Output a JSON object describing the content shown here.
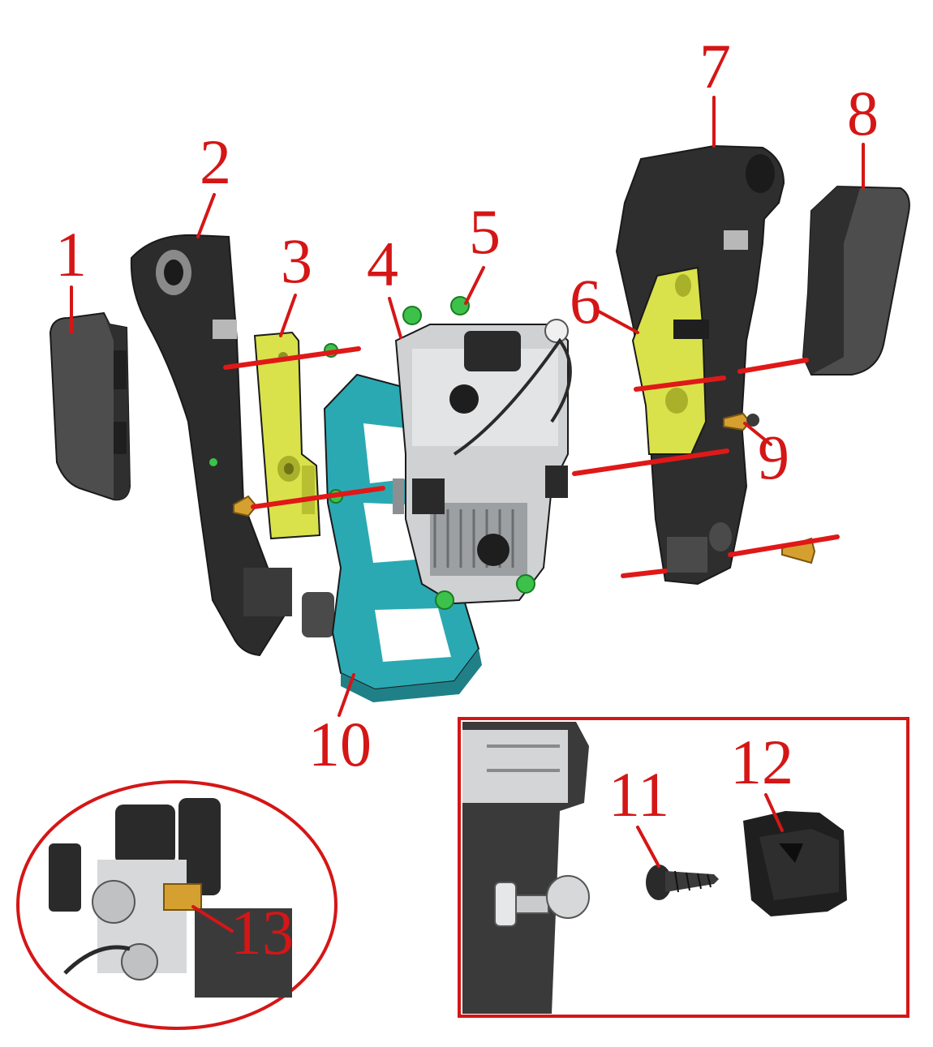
{
  "colors": {
    "callout": "#d51616",
    "housing": "#2c2c2c",
    "cover": "#4a4a4a",
    "bracket_yellow": "#d9e24a",
    "frame_cyan": "#2aa9b3",
    "module_silver": "#cfd1d3",
    "fastener_green": "#3cc24a",
    "clip_brass": "#d6a030"
  },
  "callouts": [
    {
      "id": "1",
      "label": "1"
    },
    {
      "id": "2",
      "label": "2"
    },
    {
      "id": "3",
      "label": "3"
    },
    {
      "id": "4",
      "label": "4"
    },
    {
      "id": "5",
      "label": "5"
    },
    {
      "id": "6",
      "label": "6"
    },
    {
      "id": "7",
      "label": "7"
    },
    {
      "id": "8",
      "label": "8"
    },
    {
      "id": "9",
      "label": "9"
    },
    {
      "id": "10",
      "label": "10"
    },
    {
      "id": "11",
      "label": "11"
    },
    {
      "id": "12",
      "label": "12"
    },
    {
      "id": "13",
      "label": "13"
    }
  ]
}
